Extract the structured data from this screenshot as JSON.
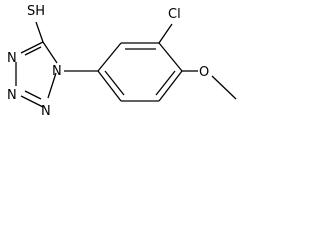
{
  "structure": {
    "atoms": {
      "thiol": "SH",
      "chloro": "Cl",
      "methoxy_oxygen": "O",
      "tetrazole_n1": "N",
      "tetrazole_n2": "N",
      "tetrazole_n3": "N",
      "tetrazole_n4": "N"
    },
    "colors": {
      "bond": "#000000",
      "label": "#000000"
    }
  }
}
